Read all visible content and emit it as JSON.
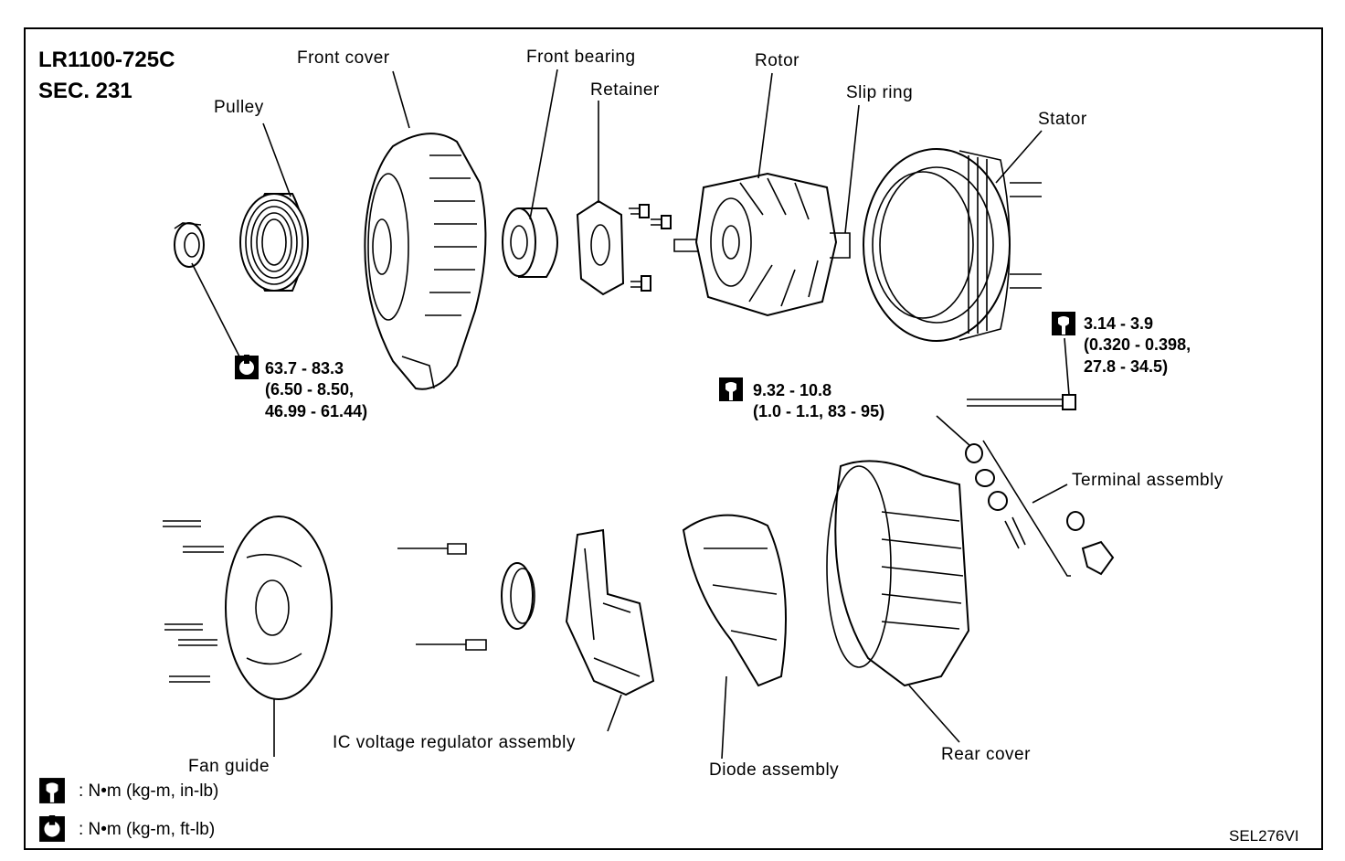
{
  "title": {
    "model": "LR1100-725C",
    "section": "SEC. 231"
  },
  "parts": {
    "pulley": "Pulley",
    "front_cover": "Front cover",
    "front_bearing": "Front bearing",
    "retainer": "Retainer",
    "rotor": "Rotor",
    "slip_ring": "Slip ring",
    "stator": "Stator",
    "terminal_assembly": "Terminal assembly",
    "fan_guide": "Fan guide",
    "ic_voltage_regulator": "IC voltage regulator assembly",
    "diode_assembly": "Diode assembly",
    "rear_cover": "Rear cover"
  },
  "torques": {
    "pulley_nut": {
      "line1": "63.7 - 83.3",
      "line2": "(6.50 - 8.50,",
      "line3": "46.99 - 61.44)",
      "icon": "wrench-ft-lb-icon"
    },
    "stator_bolt": {
      "line1": "3.14 - 3.9",
      "line2": "(0.320 - 0.398,",
      "line3": "27.8 - 34.5)",
      "icon": "wrench-in-lb-icon"
    },
    "terminal_nut": {
      "line1": "9.32 - 10.8",
      "line2": "(1.0 - 1.1, 83 - 95)",
      "icon": "wrench-in-lb-icon"
    }
  },
  "legend": {
    "in_lb": ": N•m (kg-m, in-lb)",
    "ft_lb": ": N•m (kg-m, ft-lb)"
  },
  "figure_code": "SEL276VI"
}
